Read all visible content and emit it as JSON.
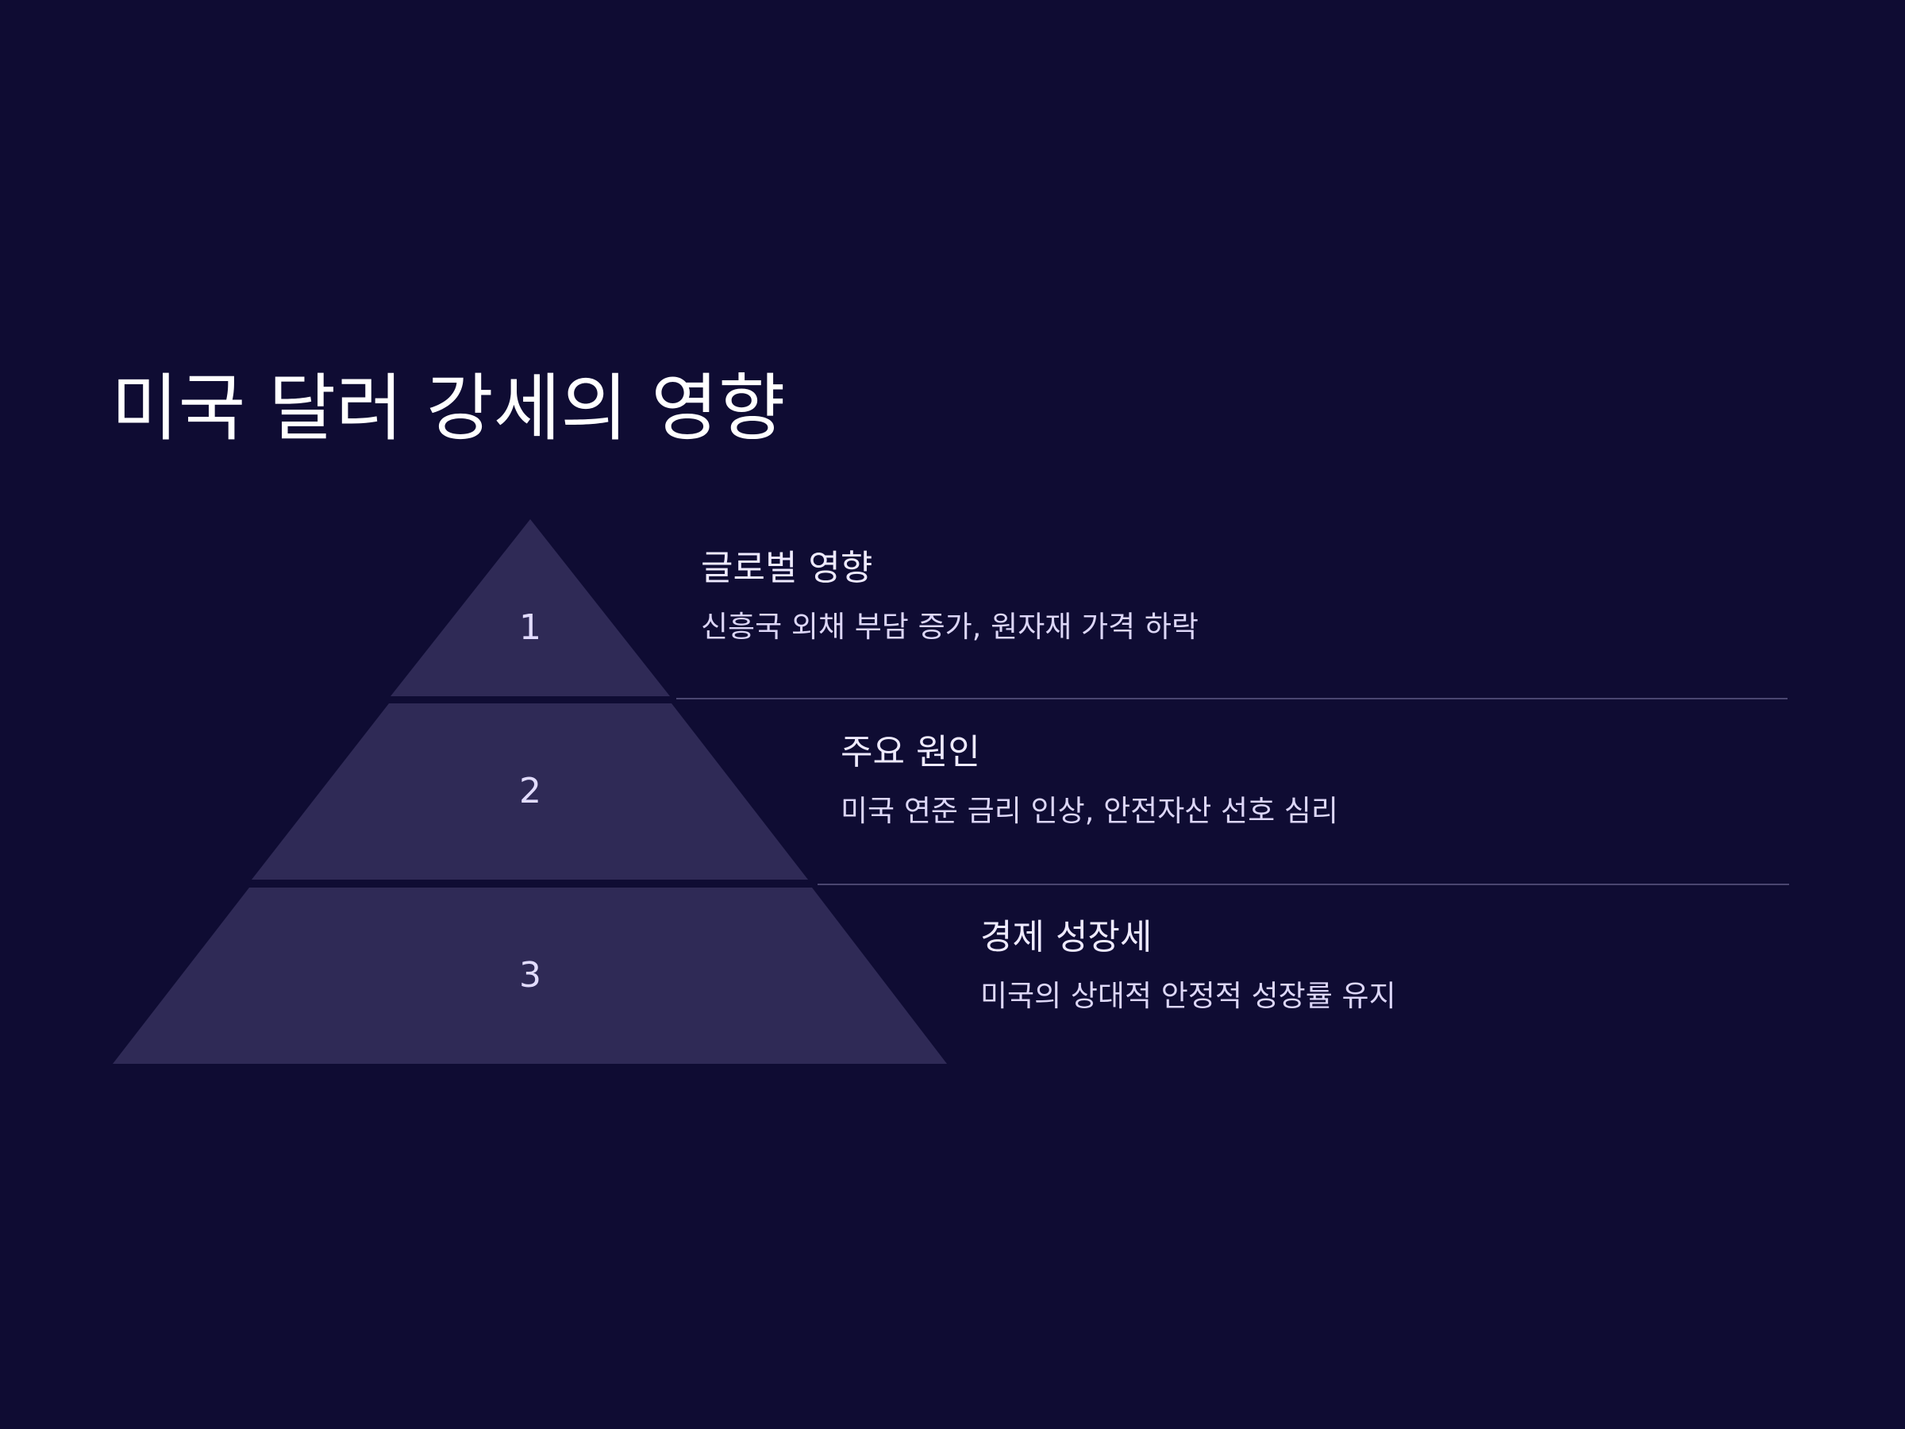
{
  "title": "미국 달러 강세의 영향",
  "colors": {
    "background": "#0f0c33",
    "tier_fill": "#2f2a56",
    "number_color": "#e2dcff",
    "divider": "#4a4670"
  },
  "levels": [
    {
      "number": "1",
      "heading": "글로벌 영향",
      "description": "신흥국 외채 부담 증가, 원자재 가격 하락"
    },
    {
      "number": "2",
      "heading": "주요 원인",
      "description": "미국 연준 금리 인상, 안전자산 선호 심리"
    },
    {
      "number": "3",
      "heading": "경제 성장세",
      "description": "미국의 상대적 안정적 성장률 유지"
    }
  ]
}
